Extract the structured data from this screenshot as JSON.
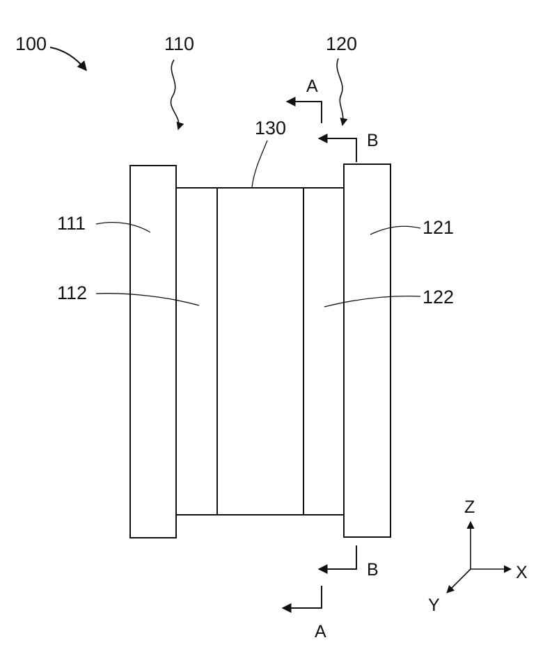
{
  "labels": {
    "assembly": "100",
    "first_part": "110",
    "second_part": "120",
    "middle": "130",
    "plate_left_outer": "111",
    "plate_left_inner": "112",
    "plate_right_outer": "121",
    "plate_right_inner": "122"
  },
  "section_marks": {
    "a_top": "A",
    "a_bottom": "A",
    "b_top": "B",
    "b_bottom": "B"
  },
  "axes": {
    "z": "Z",
    "x": "X",
    "y": "Y"
  },
  "colors": {
    "line": "#111111",
    "background": "#ffffff"
  }
}
